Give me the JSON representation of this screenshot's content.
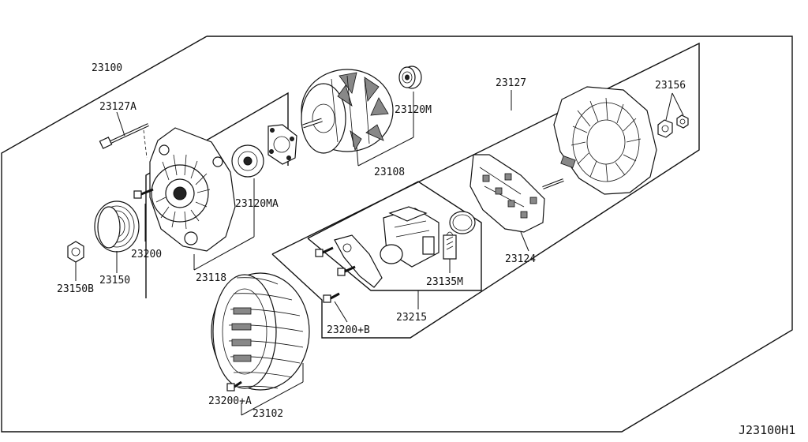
{
  "diagram": {
    "reference_code": "J23100H1",
    "callouts": {
      "alternator_assembly": "23100",
      "through_bolt": "23127A",
      "pulley_nut": "23150B",
      "pulley": "23150",
      "screw_front": "23200",
      "front_bracket_assembly": "23118",
      "front_bearing": "23120MA",
      "rotor_assembly": "23108",
      "rear_bearing": "23120M",
      "rear_bracket_assembly": "23127",
      "terminal_nut": "23156",
      "rectifier_assembly": "23124",
      "brush_set": "23135M",
      "regulator_assembly": "23215",
      "screw_b": "23200+B",
      "screw_a": "23200+A",
      "stator_assembly": "23102"
    }
  }
}
